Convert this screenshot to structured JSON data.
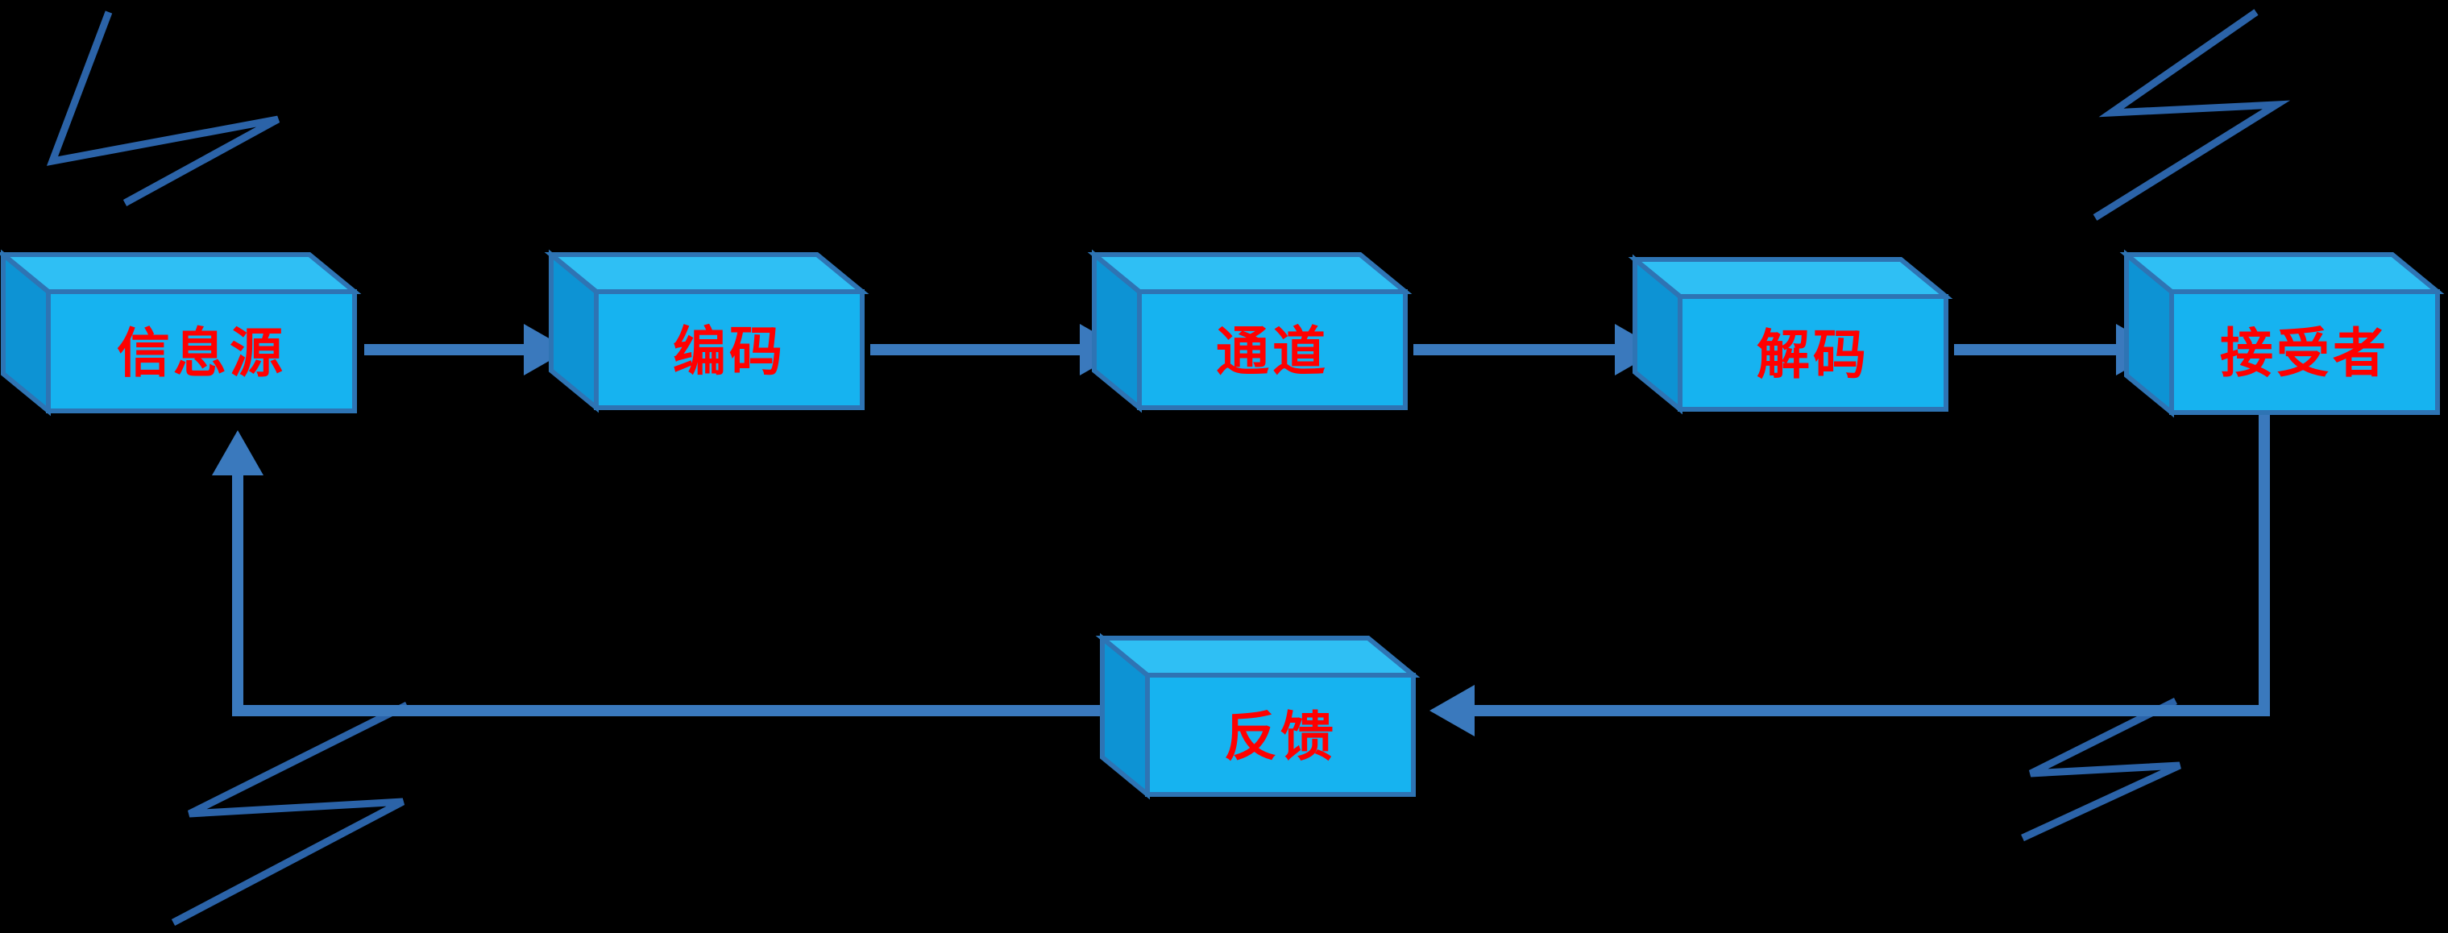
{
  "background": "#000000",
  "colors": {
    "box_front": "#16b3f0",
    "box_top": "#2fbff4",
    "box_side": "#0d93d4",
    "box_outline": "#2e74b4",
    "label_text": "#ff0000",
    "arrow": "#3a79bd",
    "noise": "#2b63a8"
  },
  "nodes": [
    {
      "id": "source",
      "label": "信息源"
    },
    {
      "id": "encoder",
      "label": "编码"
    },
    {
      "id": "channel",
      "label": "通道"
    },
    {
      "id": "decoder",
      "label": "解码"
    },
    {
      "id": "receiver",
      "label": "接受者"
    },
    {
      "id": "feedback",
      "label": "反馈"
    }
  ],
  "edges": [
    {
      "from": "source",
      "to": "encoder"
    },
    {
      "from": "encoder",
      "to": "channel"
    },
    {
      "from": "channel",
      "to": "decoder"
    },
    {
      "from": "decoder",
      "to": "receiver"
    },
    {
      "from": "receiver",
      "to": "feedback"
    },
    {
      "from": "feedback",
      "to": "source"
    }
  ],
  "noise_marks": 4
}
